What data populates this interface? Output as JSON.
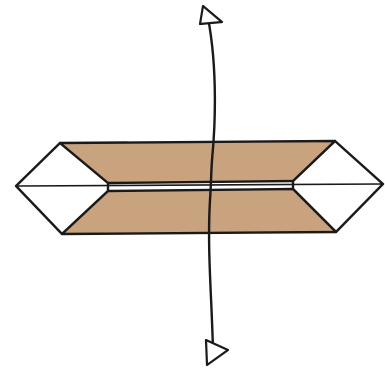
{
  "diagram": {
    "kind": "origami-fold-step",
    "subject": "flattened-paper-model",
    "instruction_icon": "fold-in-half-arrow-icon",
    "arrow_direction": "top-to-bottom",
    "colors": {
      "paper_colored_side": "#c9a27e",
      "paper_white_side": "#ffffff",
      "line": "#1a1a1a",
      "background": "#ffffff"
    }
  }
}
